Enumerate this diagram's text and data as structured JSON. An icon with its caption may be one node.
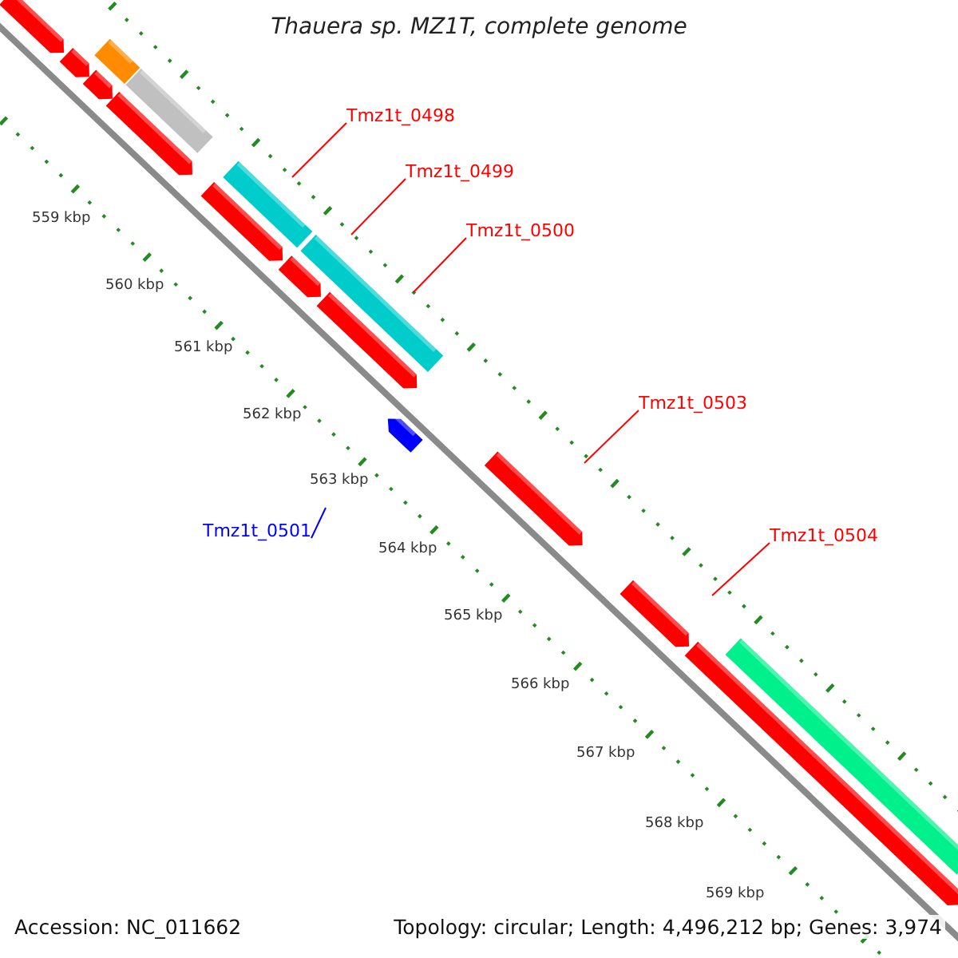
{
  "diagram": {
    "title": "Thauera sp. MZ1T, complete genome",
    "nodes": [
      {
        "text": [
          "Tmz1t_0498"
        ]
      },
      {
        "text": [
          "Tmz1t_0499"
        ]
      },
      {
        "text": [
          "Tmz1t_0500"
        ]
      },
      {
        "text": [
          "Tmz1t_0503"
        ]
      },
      {
        "text": [
          "Tmz1t_0501"
        ]
      },
      {
        "text": [
          "Tmz1t_0504"
        ]
      }
    ],
    "edges": [
      {
        "from": 0,
        "to": null,
        "arrow": "none"
      },
      {
        "from": 1,
        "to": null,
        "arrow": "none"
      },
      {
        "from": 2,
        "to": null,
        "arrow": "none"
      },
      {
        "from": 3,
        "to": null,
        "arrow": "none"
      },
      {
        "from": 4,
        "to": null,
        "arrow": "none",
        "color": "#0000ff"
      },
      {
        "from": 5,
        "to": null,
        "arrow": "none"
      }
    ],
    "labels": [
      "559 kbp",
      "560 kbp",
      "561 kbp",
      "562 kbp",
      "563 kbp",
      "564 kbp",
      "565 kbp",
      "566 kbp",
      "567 kbp",
      "568 kbp",
      "569 kbp",
      "Accession: NC_011662",
      "Topology: circular; Length: 4,496,212 bp; Genes: 3,974"
    ]
  }
}
